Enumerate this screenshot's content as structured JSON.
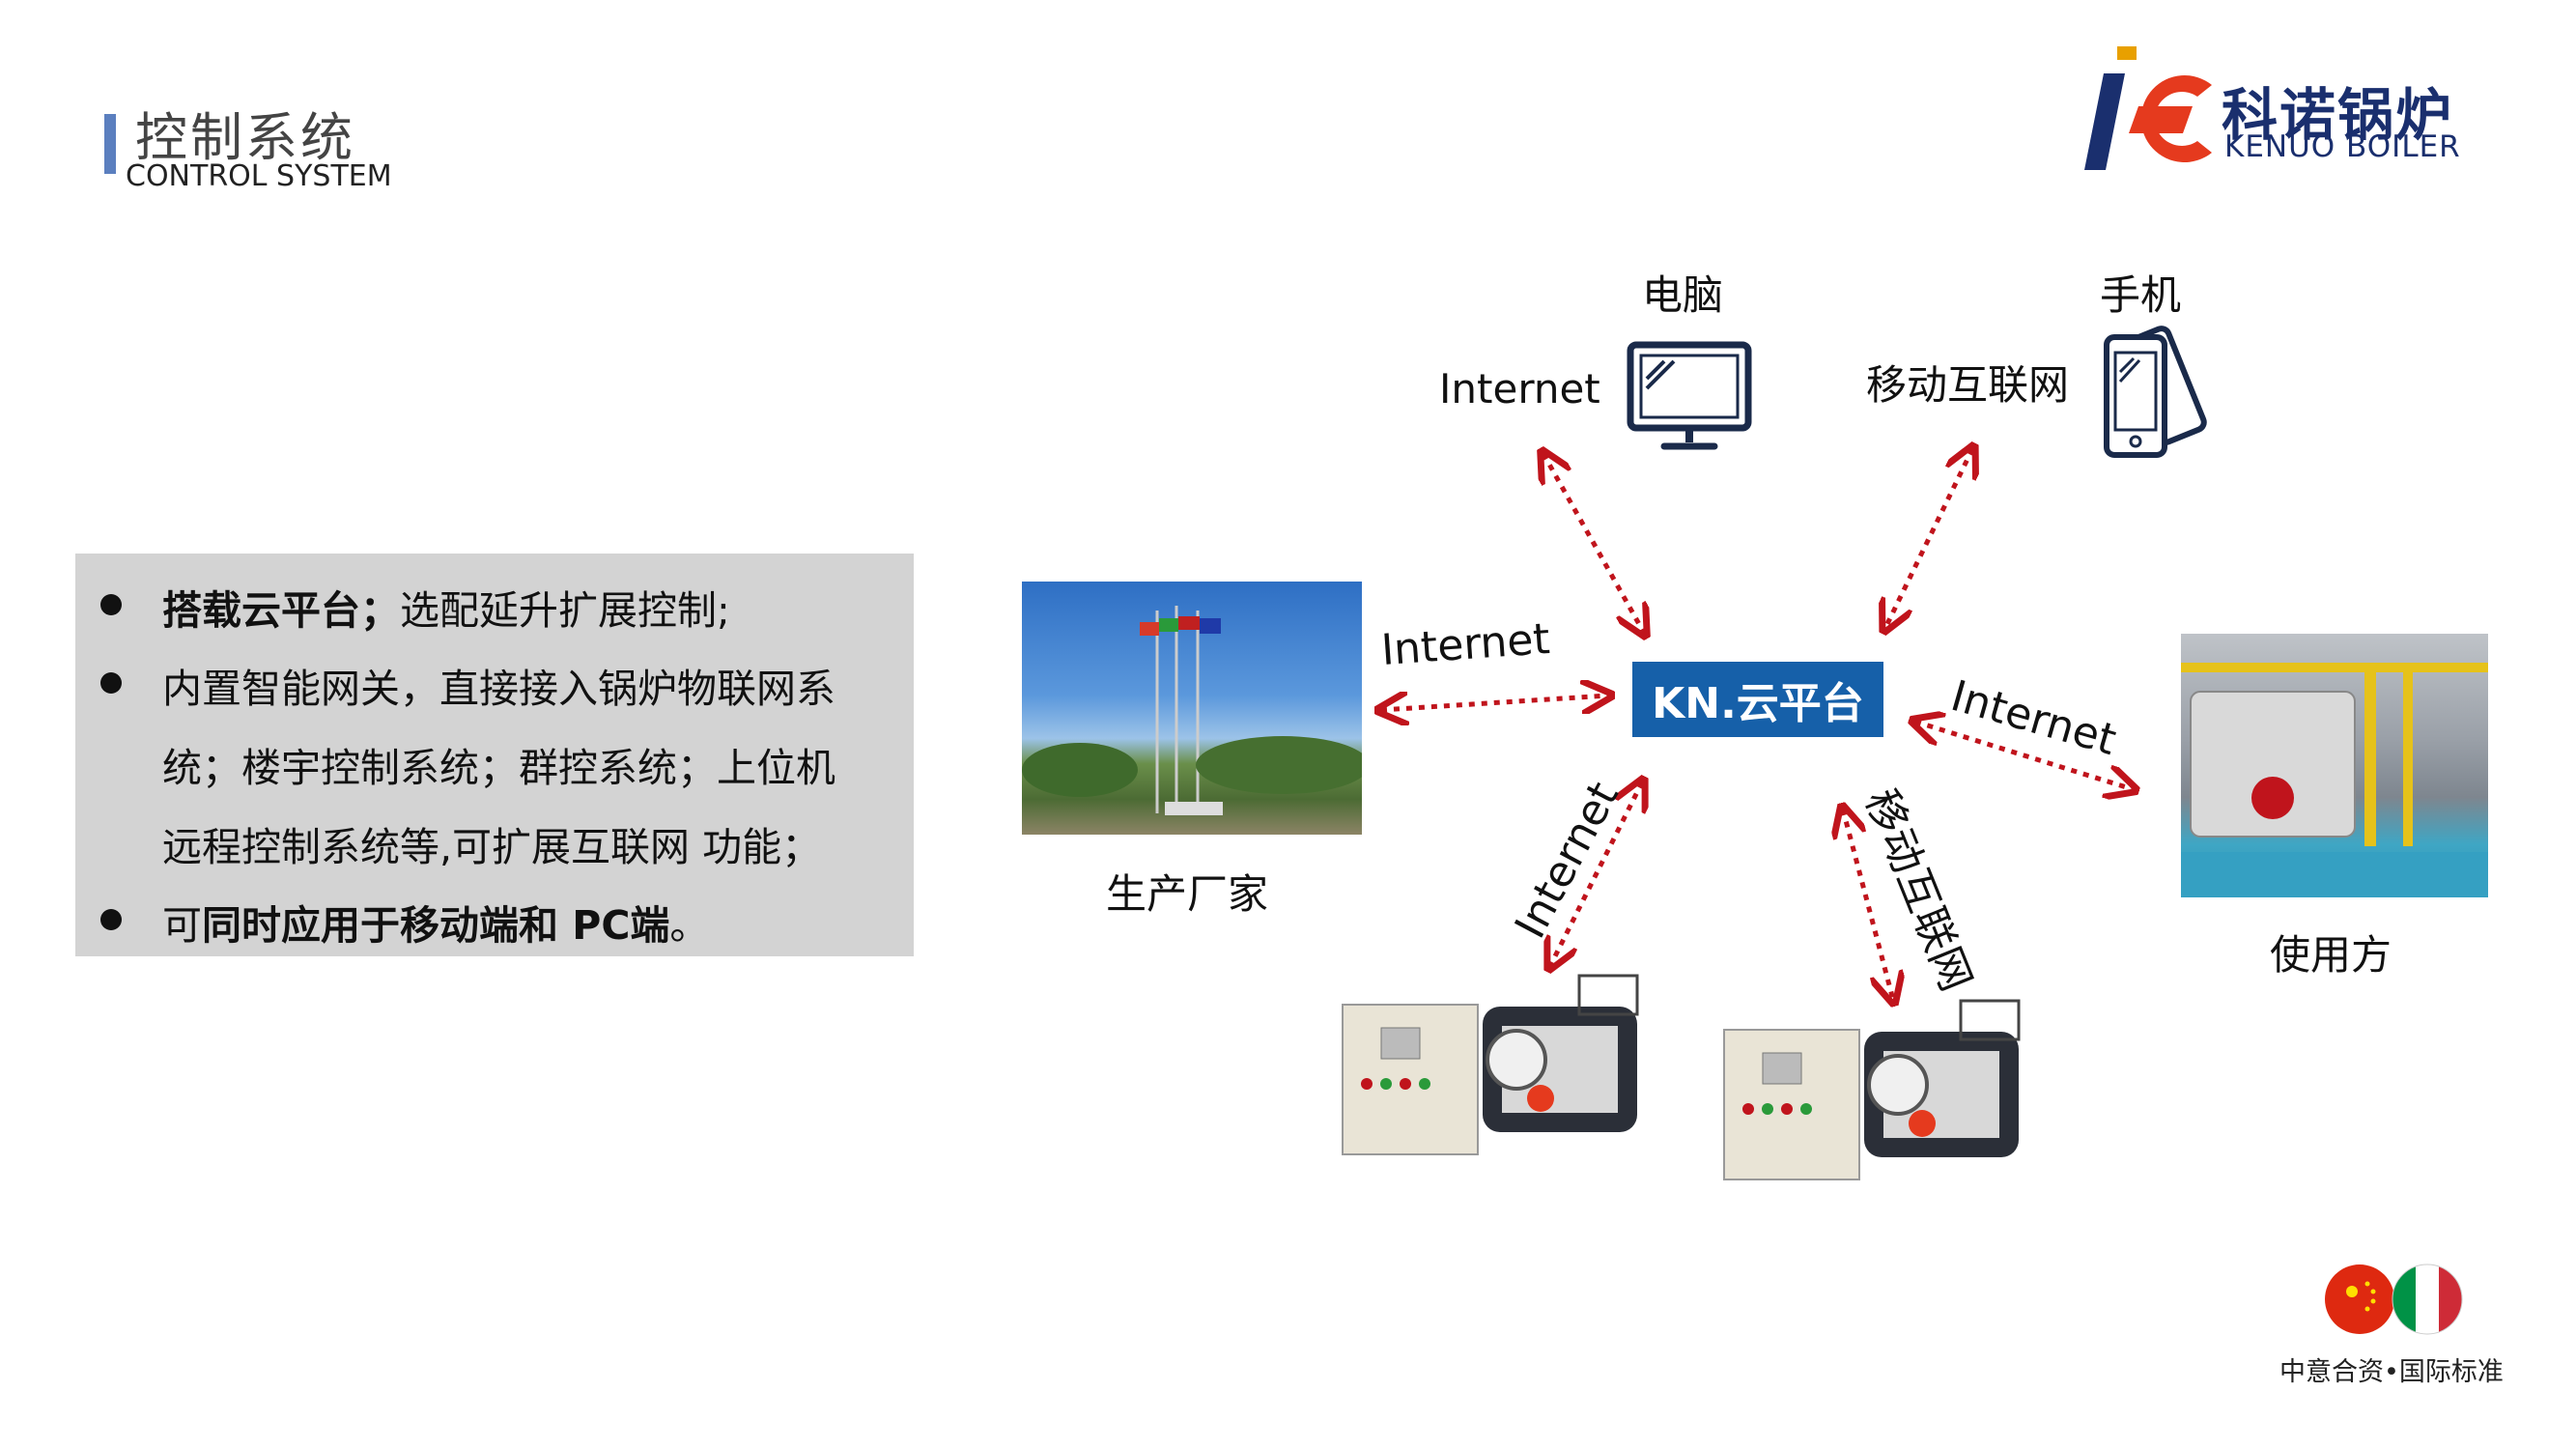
{
  "header": {
    "title": "控制系统",
    "subtitle": "CONTROL SYSTEM"
  },
  "logo": {
    "name_cn": "科诺锅炉",
    "name_en": "KENUO BOILER"
  },
  "features": {
    "item1_bold": "搭载云平台；",
    "item1_rest": "选配延升扩展控制;",
    "item2_line1": "内置智能网关，直接接入锅炉物联网系",
    "item2_line2": "统；楼宇控制系统；群控系统；上位机",
    "item2_line3": "远程控制系统等,可扩展互联网 功能；",
    "item3_prefix": "可",
    "item3_bold": "同时应用于移动端和 PC端",
    "item3_suffix": "。"
  },
  "diagram": {
    "center": "KN.云平台",
    "pc_label": "电脑",
    "pc_link": "Internet",
    "phone_label": "手机",
    "phone_link": "移动互联网",
    "factory_label": "生产厂家",
    "factory_link": "Internet",
    "user_label": "使用方",
    "user_link": "Internet",
    "boiler1_link": "Internet",
    "boiler2_link": "移动互联网"
  },
  "footer": {
    "badge_text": "中意合资•国际标准"
  },
  "colors": {
    "accent_blue": "#1660a9",
    "arrow_red": "#c0141c",
    "title_bar": "#5b7fbf",
    "feature_bg": "#d3d3d3"
  }
}
